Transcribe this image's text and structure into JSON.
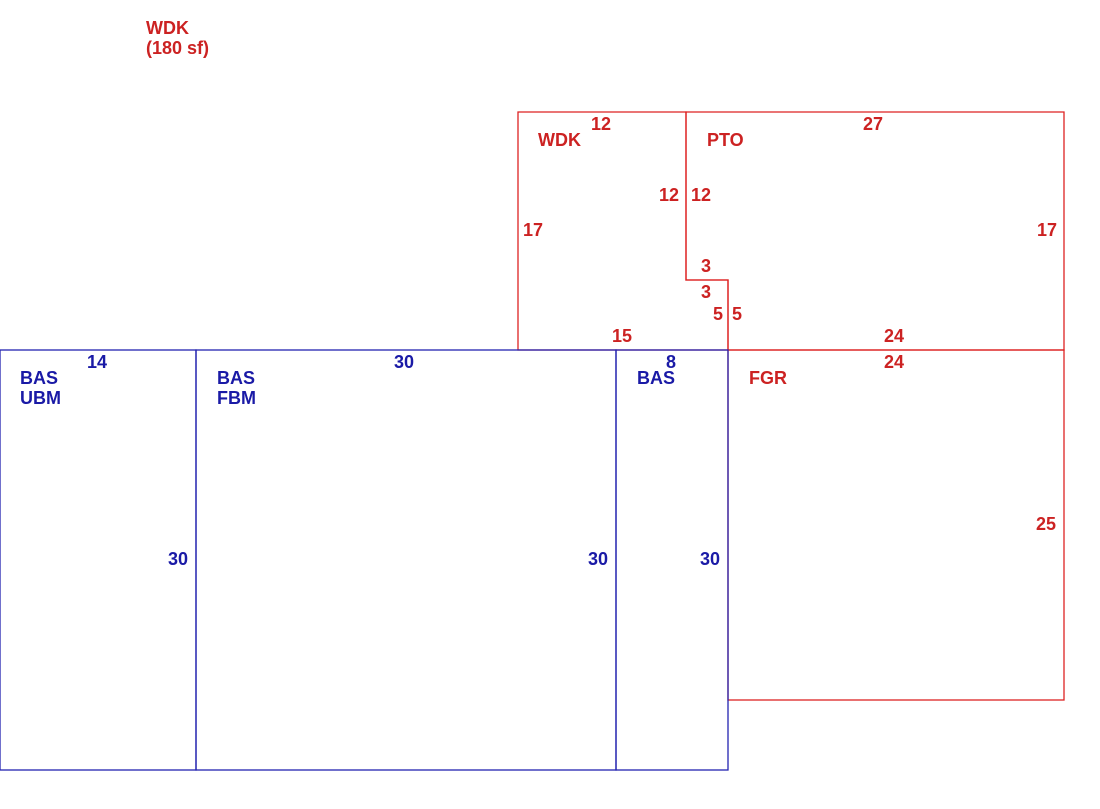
{
  "colors": {
    "red": "#cc2222",
    "blue": "#1a1aa6"
  },
  "summary": {
    "code": "WDK",
    "area": "(180 sf)"
  },
  "areas": {
    "wdk": {
      "code": "WDK"
    },
    "pto": {
      "code": "PTO"
    },
    "fgr": {
      "code": "FGR"
    },
    "bas_ubm": {
      "code": "BAS",
      "sub": "UBM"
    },
    "bas_fbm": {
      "code": "BAS",
      "sub": "FBM"
    },
    "bas": {
      "code": "BAS"
    }
  },
  "dimensions": {
    "wdk_top": "12",
    "wdk_left": "17",
    "wdk_right": "12",
    "wdk_bottom": "15",
    "pto_top": "27",
    "pto_left": "12",
    "pto_right": "17",
    "pto_step_h": "3",
    "pto_step_v": "3",
    "pto_step_left": "5",
    "pto_step_right": "5",
    "pto_bottom": "24",
    "fgr_top": "24",
    "fgr_right": "25",
    "ubm_top": "14",
    "ubm_right": "30",
    "fbm_top": "30",
    "fbm_right": "30",
    "bas_top": "8",
    "bas_right": "30"
  }
}
